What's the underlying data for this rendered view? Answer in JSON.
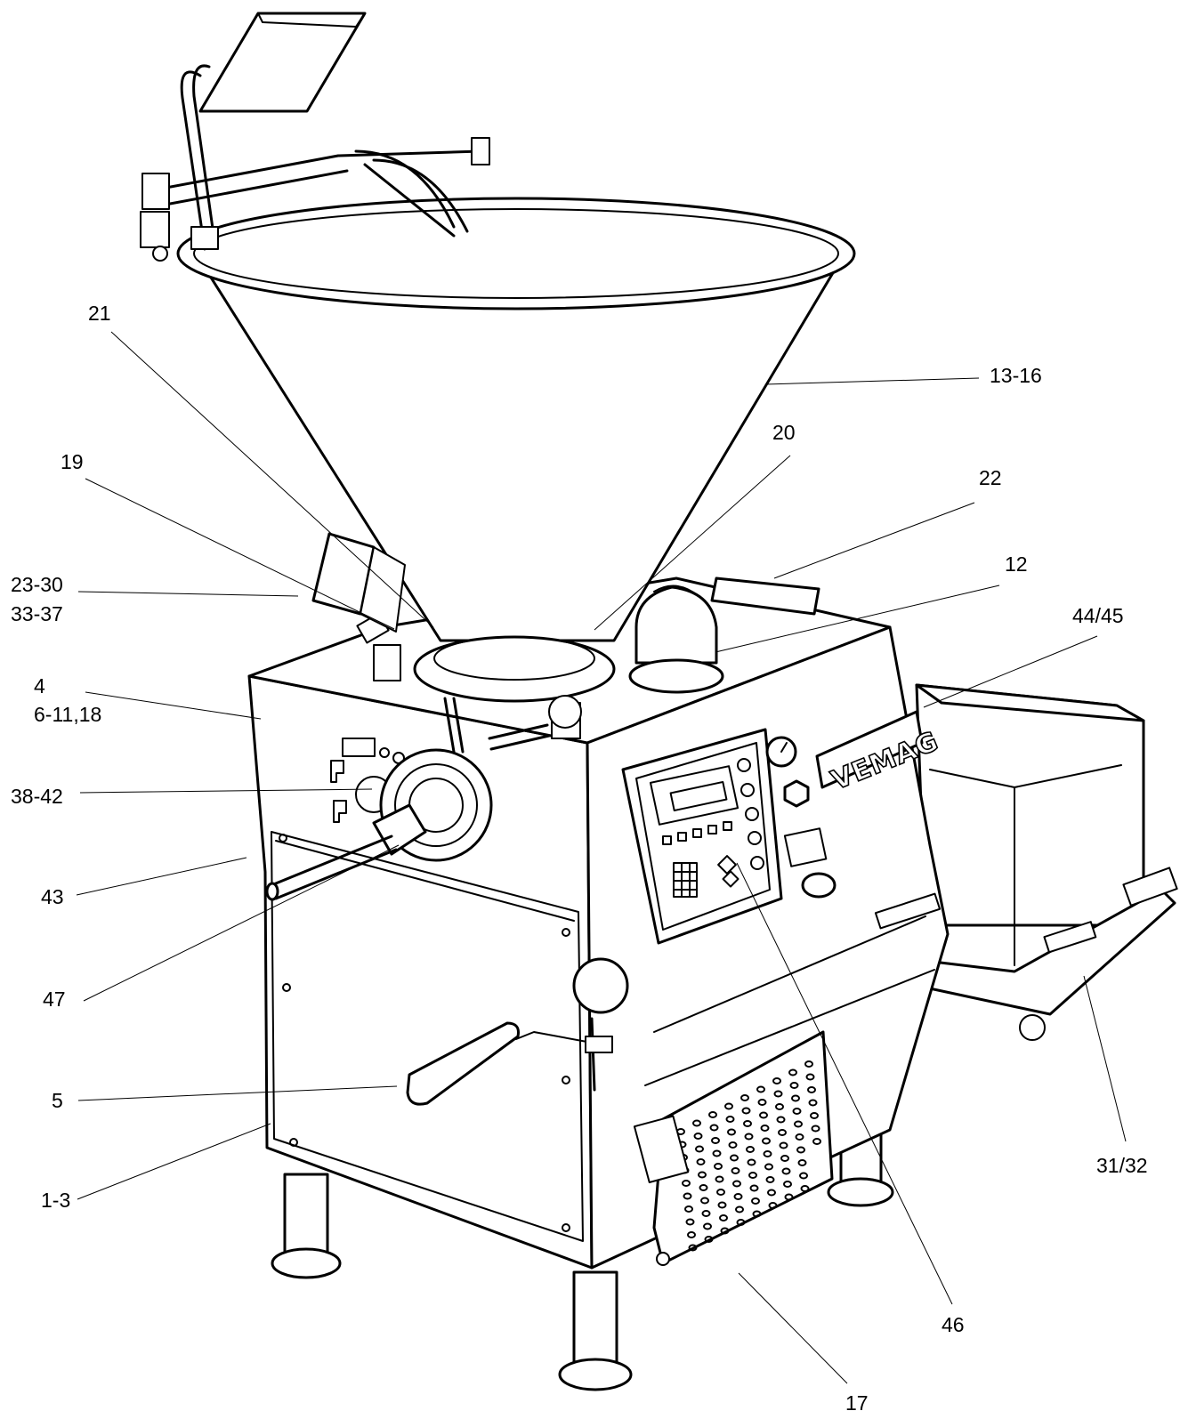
{
  "brand": "VEMAG",
  "labels": {
    "l21": "21",
    "l13_16": "13-16",
    "l20": "20",
    "l19": "19",
    "l22": "22",
    "l23_30": "23-30",
    "l33_37": "33-37",
    "l12": "12",
    "l44_45": "44/45",
    "l4": "4",
    "l6_11_18": "6-11,18",
    "l38_42": "38-42",
    "l43": "43",
    "l47": "47",
    "l5": "5",
    "l1_3": "1-3",
    "l31_32": "31/32",
    "l46": "46",
    "l17": "17"
  }
}
